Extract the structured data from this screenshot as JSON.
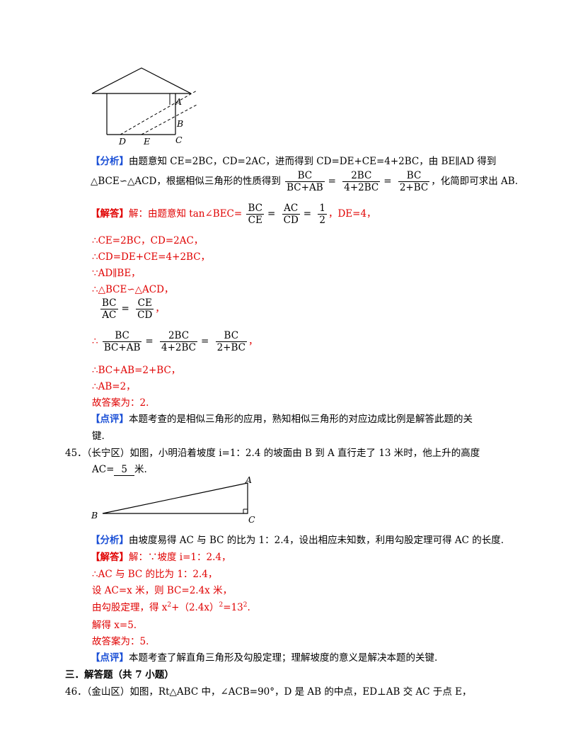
{
  "fig1": {
    "labels": {
      "A": "A",
      "B": "B",
      "C": "C",
      "D": "D",
      "E": "E"
    }
  },
  "q44": {
    "analysis_tag": "【分析】",
    "analysis_l1": "由题意知 CE=2BC，CD=2AC，进而得到 CD=DE+CE=4+2BC，由 BE∥AD 得到",
    "analysis_l2a": "△BCE∽△ACD，根据相似三角形的性质得到",
    "f1n": "BC",
    "f1d": "BC+AB",
    "f2n": "2BC",
    "f2d": "4+2BC",
    "f3n": "BC",
    "f3d": "2+BC",
    "analysis_l2b": "，化简即可求出 AB.",
    "solution_tag": "【解答】",
    "sol_l1a": "解：由题意知 tan∠BEC=",
    "s1n": "BC",
    "s1d": "CE",
    "s2n": "AC",
    "s2d": "CD",
    "s3n": "1",
    "s3d": "2",
    "sol_l1b": "，DE=4，",
    "sol_l2": "∴CE=2BC，CD=2AC，",
    "sol_l3": "∴CD=DE+CE=4+2BC，",
    "sol_l4": "∵AD∥BE，",
    "sol_l5": "∴△BCE∽△ACD，",
    "r1n": "BC",
    "r1d": "AC",
    "r2n": "CE",
    "r2d": "CD",
    "r_end": "，",
    "t_pre": "∴",
    "t1n": "BC",
    "t1d": "BC+AB",
    "t2n": "2BC",
    "t2d": "4+2BC",
    "t3n": "BC",
    "t3d": "2+BC",
    "t_end": "，",
    "sol_l8": "∴BC+AB=2+BC，",
    "sol_l9": "∴AB=2，",
    "answer": "故答案为：2.",
    "comment_tag": "【点评】",
    "comment_l1": "本题考查的是相似三角形的应用，熟知相似三角形的对应边成比例是解答此题的关",
    "comment_l2": "键."
  },
  "q45": {
    "line1": "45．（长宁区）如图，小明沿着坡度 i=1：2.4 的坡面由 B 到 A 直行走了 13 米时，他上升的高度",
    "line2a": "AC=",
    "blank": "5",
    "line2b": "米.",
    "fig": {
      "A": "A",
      "B": "B",
      "C": "C"
    },
    "analysis_tag": "【分析】",
    "analysis": "由坡度易得 AC 与 BC 的比为 1：2.4，设出相应未知数，利用勾股定理可得 AC 的长度.",
    "solution_tag": "【解答】",
    "sol_l1": "解：∵坡度 i=1：2.4，",
    "sol_l2": "∴AC 与 BC 的比为 1：2.4，",
    "sol_l3": "设 AC=x 米，则 BC=2.4x 米，",
    "sol_l4a": "由勾股定理，得 x",
    "sol_l4b": "+（2.4x）",
    "sol_l4c": "=13",
    "sol_l4d": ".",
    "sup2": "2",
    "sol_l5": "解得 x=5.",
    "answer": "故答案为：5.",
    "comment_tag": "【点评】",
    "comment": "本题考查了解直角三角形及勾股定理；理解坡度的意义是解决本题的关键."
  },
  "section3": "三．解答题（共 7 小题）",
  "q46": "46．（金山区）如图，Rt△ABC 中，∠ACB=90°，D 是 AB 的中点，ED⊥AB 交 AC 于点 E，"
}
